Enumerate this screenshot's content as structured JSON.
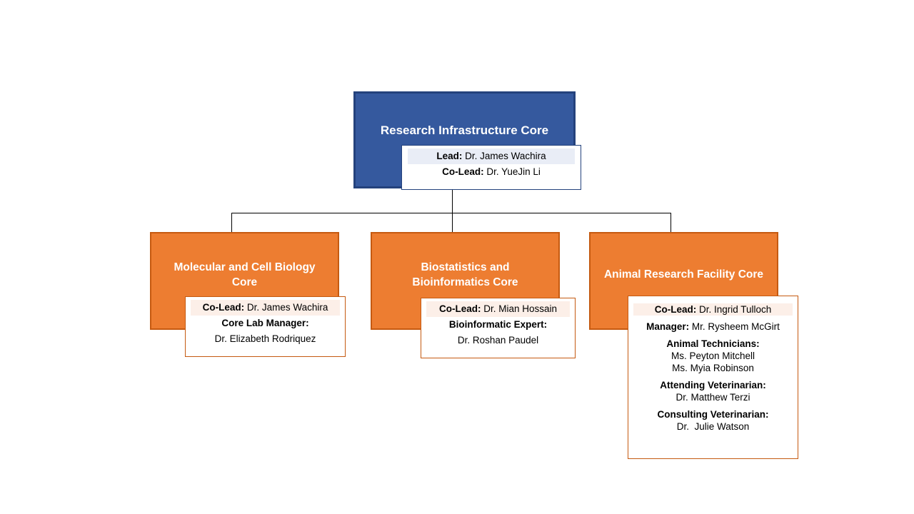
{
  "colors": {
    "blue-fill": "#35599E",
    "blue-border": "#24427C",
    "orange-fill": "#ED7D31",
    "orange-border": "#C55A11",
    "hl-blue": "#E9EDF6",
    "hl-orange": "#FCEFE8",
    "line": "#000000"
  },
  "root": {
    "title": "Research Infrastructure Core",
    "detail": [
      {
        "label": "Lead:",
        "value": "Dr. James Wachira"
      },
      {
        "label": "Co-Lead:",
        "value": "Dr. YueJin Li"
      }
    ]
  },
  "branches": [
    {
      "title": "Molecular and Cell Biology Core",
      "detail": [
        {
          "label": "Co-Lead:",
          "value": "Dr. James Wachira"
        },
        {
          "label": "Core Lab Manager:",
          "value": ""
        },
        {
          "label": "",
          "value": "Dr. Elizabeth Rodriquez"
        }
      ]
    },
    {
      "title": "Biostatistics and Bioinformatics Core",
      "detail": [
        {
          "label": "Co-Lead:",
          "value": "Dr. Mian Hossain"
        },
        {
          "label": "Bioinformatic Expert:",
          "value": ""
        },
        {
          "label": "",
          "value": "Dr. Roshan Paudel"
        }
      ]
    },
    {
      "title": "Animal Research Facility Core",
      "detail": [
        {
          "label": "Co-Lead:",
          "value": "Dr. Ingrid Tulloch"
        },
        {
          "label": "Manager:",
          "value": "Mr. Rysheem McGirt"
        },
        {
          "label": "Animal Technicians:",
          "value": ""
        },
        {
          "label": "",
          "value": "Ms. Peyton Mitchell"
        },
        {
          "label": "",
          "value": "Ms. Myia Robinson"
        },
        {
          "label": "Attending Veterinarian:",
          "value": ""
        },
        {
          "label": "",
          "value": "Dr. Matthew Terzi"
        },
        {
          "label": "Consulting Veterinarian:",
          "value": ""
        },
        {
          "label": "",
          "value": "Dr.  Julie Watson"
        }
      ]
    }
  ]
}
